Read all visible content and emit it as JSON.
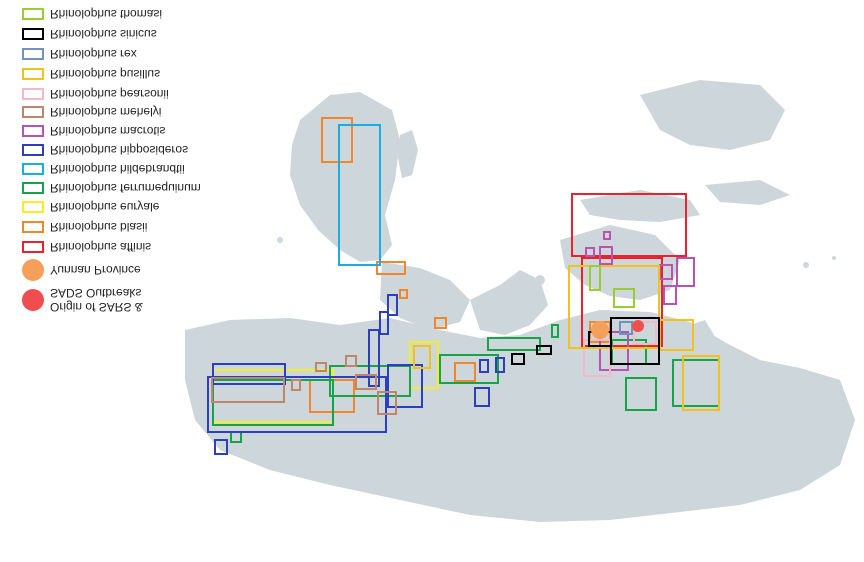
{
  "legend": {
    "species": [
      {
        "label": "Rhinolophus thomasi",
        "color": "#9acd32"
      },
      {
        "label": "Rhinolophus sinicus",
        "color": "#000000"
      },
      {
        "label": "Rhinolophus rex",
        "color": "#6f93c6"
      },
      {
        "label": "Rhinolophus pusillus",
        "color": "#f2c21a"
      },
      {
        "label": "Rhinolophus pearsonii",
        "color": "#f4b9c8"
      },
      {
        "label": "Rhinolophus mehelyi",
        "color": "#c0866a"
      },
      {
        "label": "Rhinolophus macrotis",
        "color": "#b853b0"
      },
      {
        "label": "Rhinolophus hipposideros",
        "color": "#2b3fbf"
      },
      {
        "label": "Rhinolophus hildebrandtii",
        "color": "#1aaee0"
      },
      {
        "label": "Rhinolophus ferrumequinum",
        "color": "#16a34a"
      },
      {
        "label": "Rhinolophus euryale",
        "color": "#f2ee2a"
      },
      {
        "label": "Rhinolophus blasii",
        "color": "#f0872b"
      },
      {
        "label": "Rhinolophus affinis",
        "color": "#e8232e"
      }
    ],
    "points": [
      {
        "label": "Yunnan Province",
        "color": "#f4a05a"
      },
      {
        "label": "Origin of SARS & SADS Outbreaks",
        "color": "#f04e4e"
      }
    ]
  },
  "colors": {
    "land": "#cdd6da",
    "water": "#ffffff"
  }
}
